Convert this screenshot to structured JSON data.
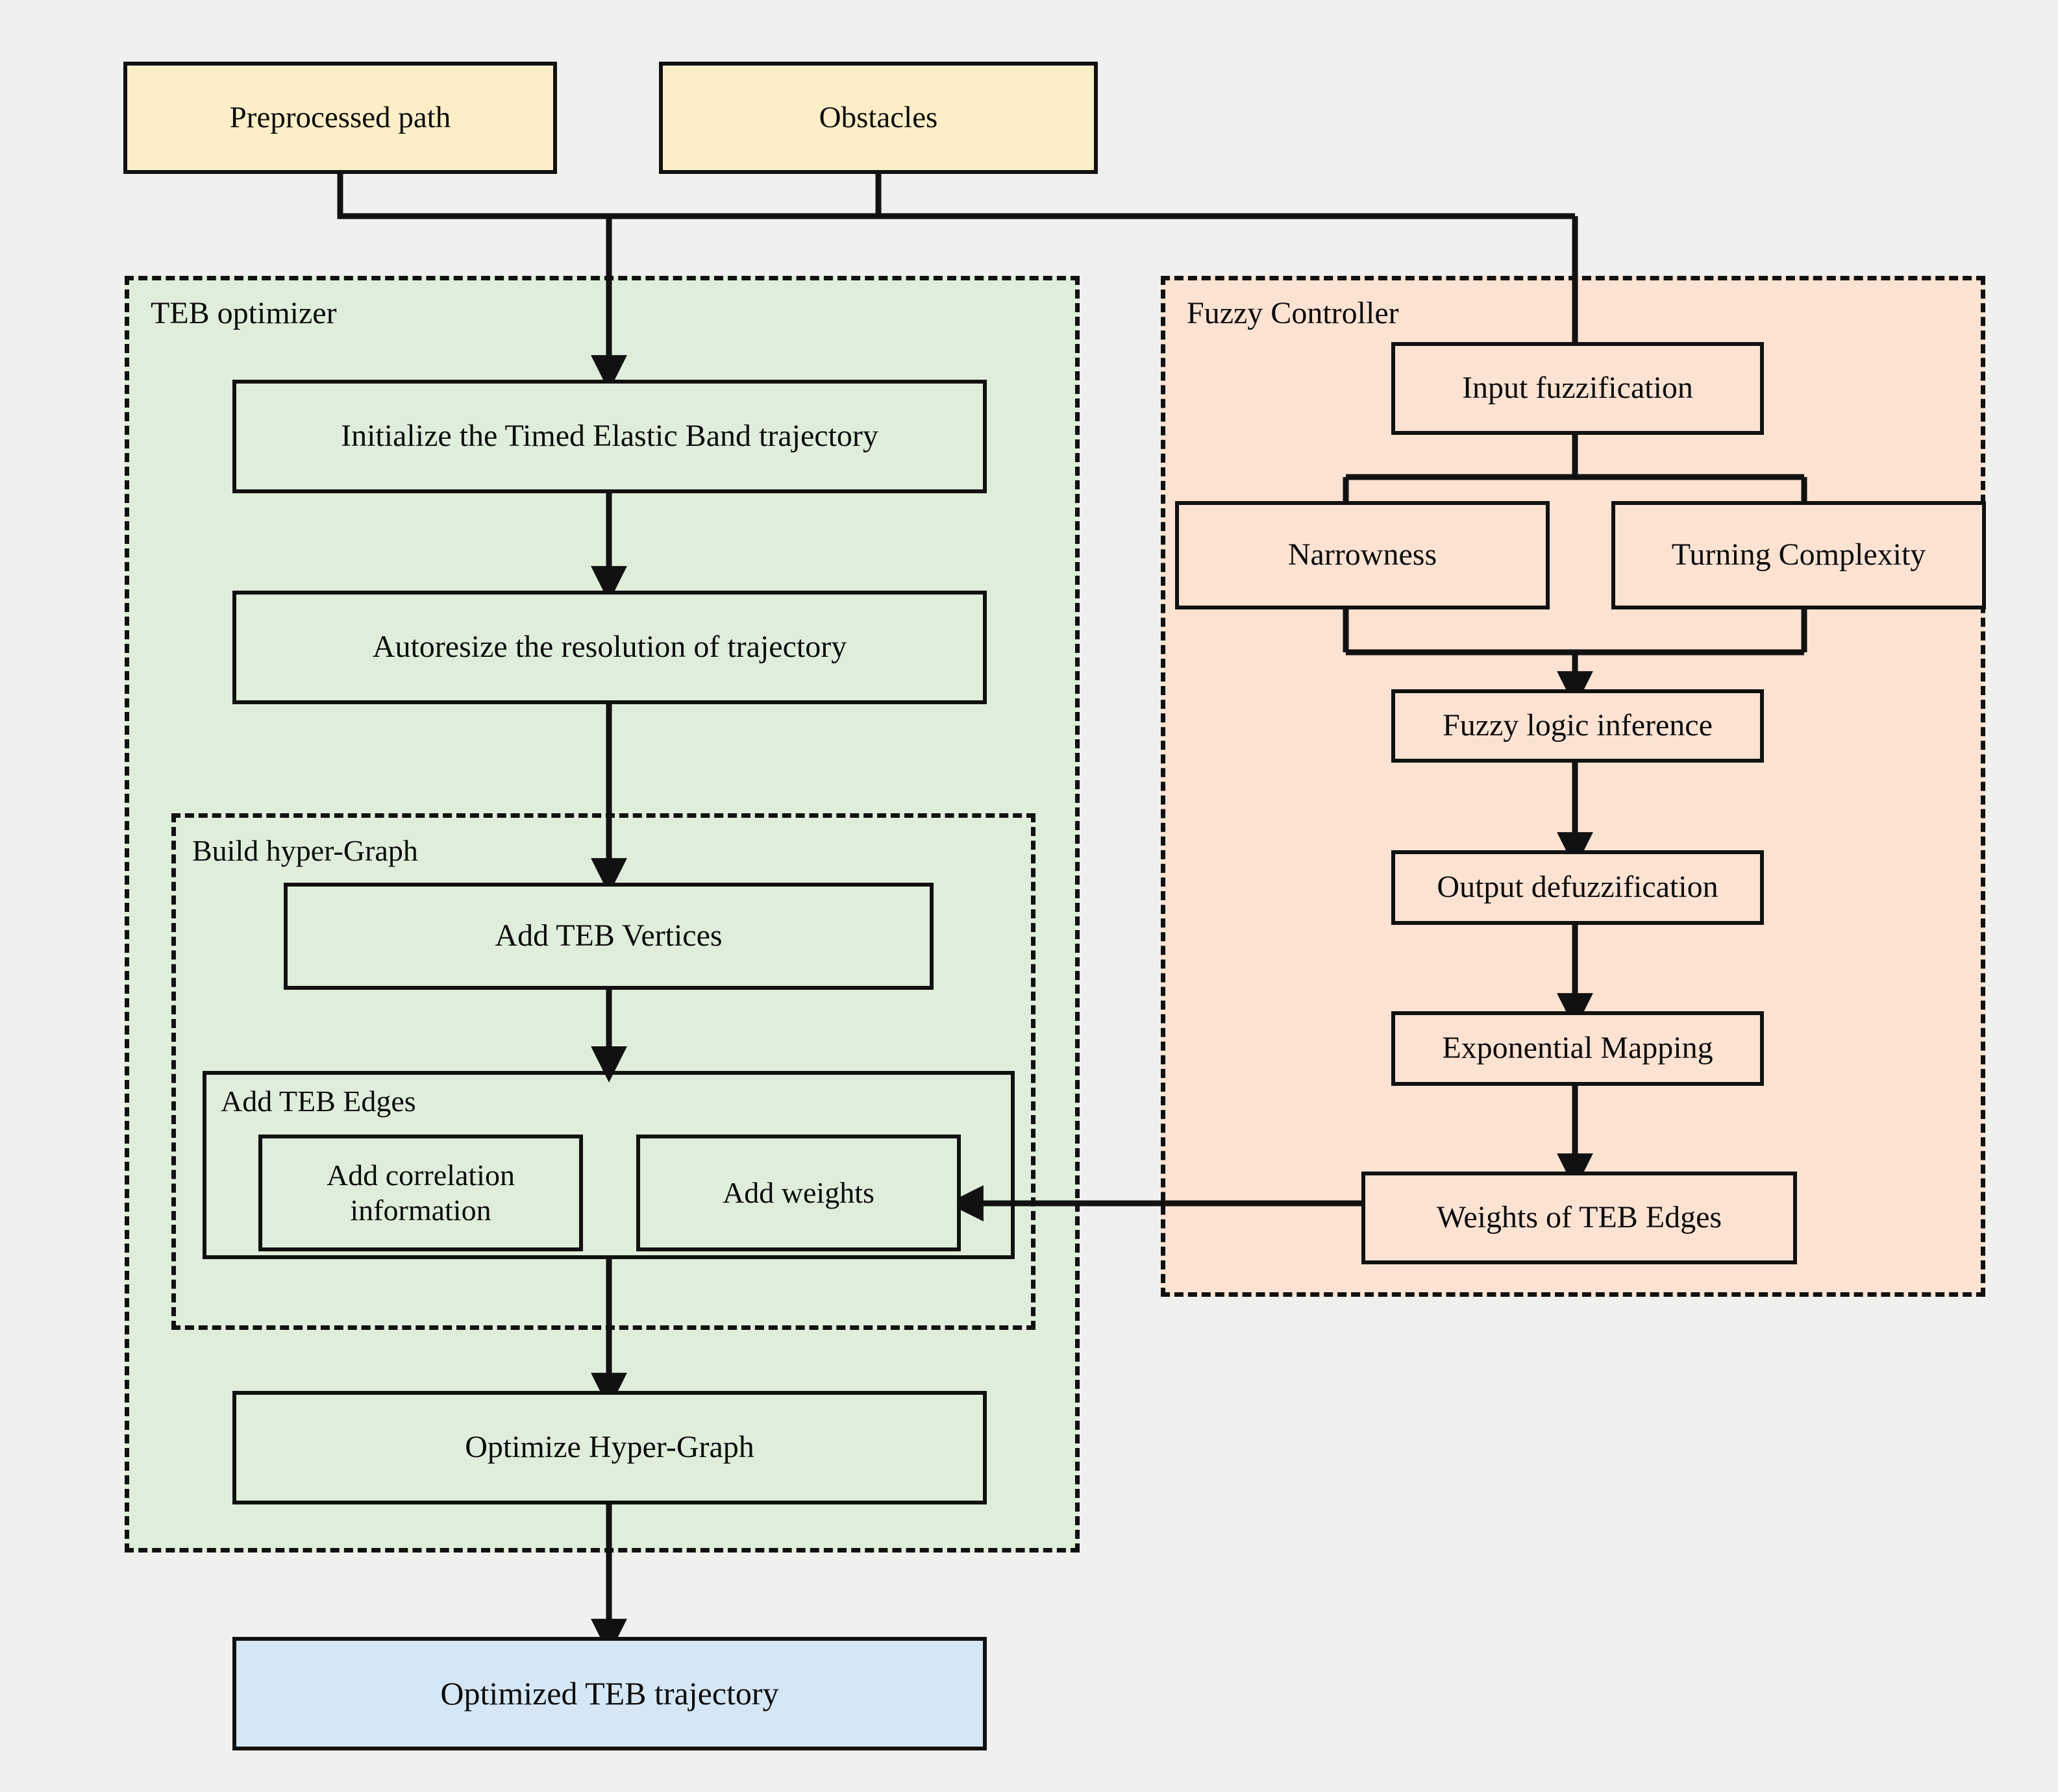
{
  "diagram": {
    "title": "TEB optimizer and Fuzzy Controller flowchart",
    "colors": {
      "background": "#f0f0ef",
      "input_node": "#fceec7",
      "teb_group": "#dfeedb",
      "fuzzy_group": "#fce2d2",
      "output_node": "#d5e6f4",
      "stroke": "#111111"
    },
    "inputs": [
      {
        "id": "preprocessed-path",
        "label": "Preprocessed path"
      },
      {
        "id": "obstacles",
        "label": "Obstacles"
      }
    ],
    "groups": [
      {
        "id": "teb-optimizer",
        "label": "TEB optimizer"
      },
      {
        "id": "build-hyper-graph",
        "label": "Build hyper-Graph"
      },
      {
        "id": "add-teb-edges",
        "label": "Add TEB Edges"
      },
      {
        "id": "fuzzy-controller",
        "label": "Fuzzy Controller"
      }
    ],
    "teb_nodes": [
      {
        "id": "initialize-trajectory",
        "label": "Initialize the Timed Elastic Band trajectory"
      },
      {
        "id": "autoresize-resolution",
        "label": "Autoresize the resolution of trajectory"
      },
      {
        "id": "add-teb-vertices",
        "label": "Add TEB Vertices"
      },
      {
        "id": "add-correlation-information",
        "label": "Add correlation information"
      },
      {
        "id": "add-weights",
        "label": "Add weights"
      },
      {
        "id": "optimize-hyper-graph",
        "label": "Optimize Hyper-Graph"
      }
    ],
    "fuzzy_nodes": [
      {
        "id": "input-fuzzification",
        "label": "Input fuzzification"
      },
      {
        "id": "narrowness",
        "label": "Narrowness"
      },
      {
        "id": "turning-complexity",
        "label": "Turning Complexity"
      },
      {
        "id": "fuzzy-logic-inference",
        "label": "Fuzzy logic inference"
      },
      {
        "id": "output-defuzzification",
        "label": "Output defuzzification"
      },
      {
        "id": "exponential-mapping",
        "label": "Exponential Mapping"
      },
      {
        "id": "weights-of-teb-edges",
        "label": "Weights of TEB Edges"
      }
    ],
    "outputs": [
      {
        "id": "optimized-teb-trajectory",
        "label": "Optimized TEB trajectory"
      }
    ],
    "edges": [
      {
        "from": "preprocessed-path",
        "to": "initialize-trajectory"
      },
      {
        "from": "obstacles",
        "to": "initialize-trajectory"
      },
      {
        "from": "obstacles",
        "to": "input-fuzzification"
      },
      {
        "from": "initialize-trajectory",
        "to": "autoresize-resolution"
      },
      {
        "from": "autoresize-resolution",
        "to": "add-teb-vertices"
      },
      {
        "from": "add-teb-vertices",
        "to": "add-teb-edges"
      },
      {
        "from": "add-teb-edges",
        "to": "optimize-hyper-graph"
      },
      {
        "from": "optimize-hyper-graph",
        "to": "optimized-teb-trajectory"
      },
      {
        "from": "input-fuzzification",
        "to": "narrowness"
      },
      {
        "from": "input-fuzzification",
        "to": "turning-complexity"
      },
      {
        "from": "narrowness",
        "to": "fuzzy-logic-inference"
      },
      {
        "from": "turning-complexity",
        "to": "fuzzy-logic-inference"
      },
      {
        "from": "fuzzy-logic-inference",
        "to": "output-defuzzification"
      },
      {
        "from": "output-defuzzification",
        "to": "exponential-mapping"
      },
      {
        "from": "exponential-mapping",
        "to": "weights-of-teb-edges"
      },
      {
        "from": "weights-of-teb-edges",
        "to": "add-weights"
      }
    ]
  }
}
